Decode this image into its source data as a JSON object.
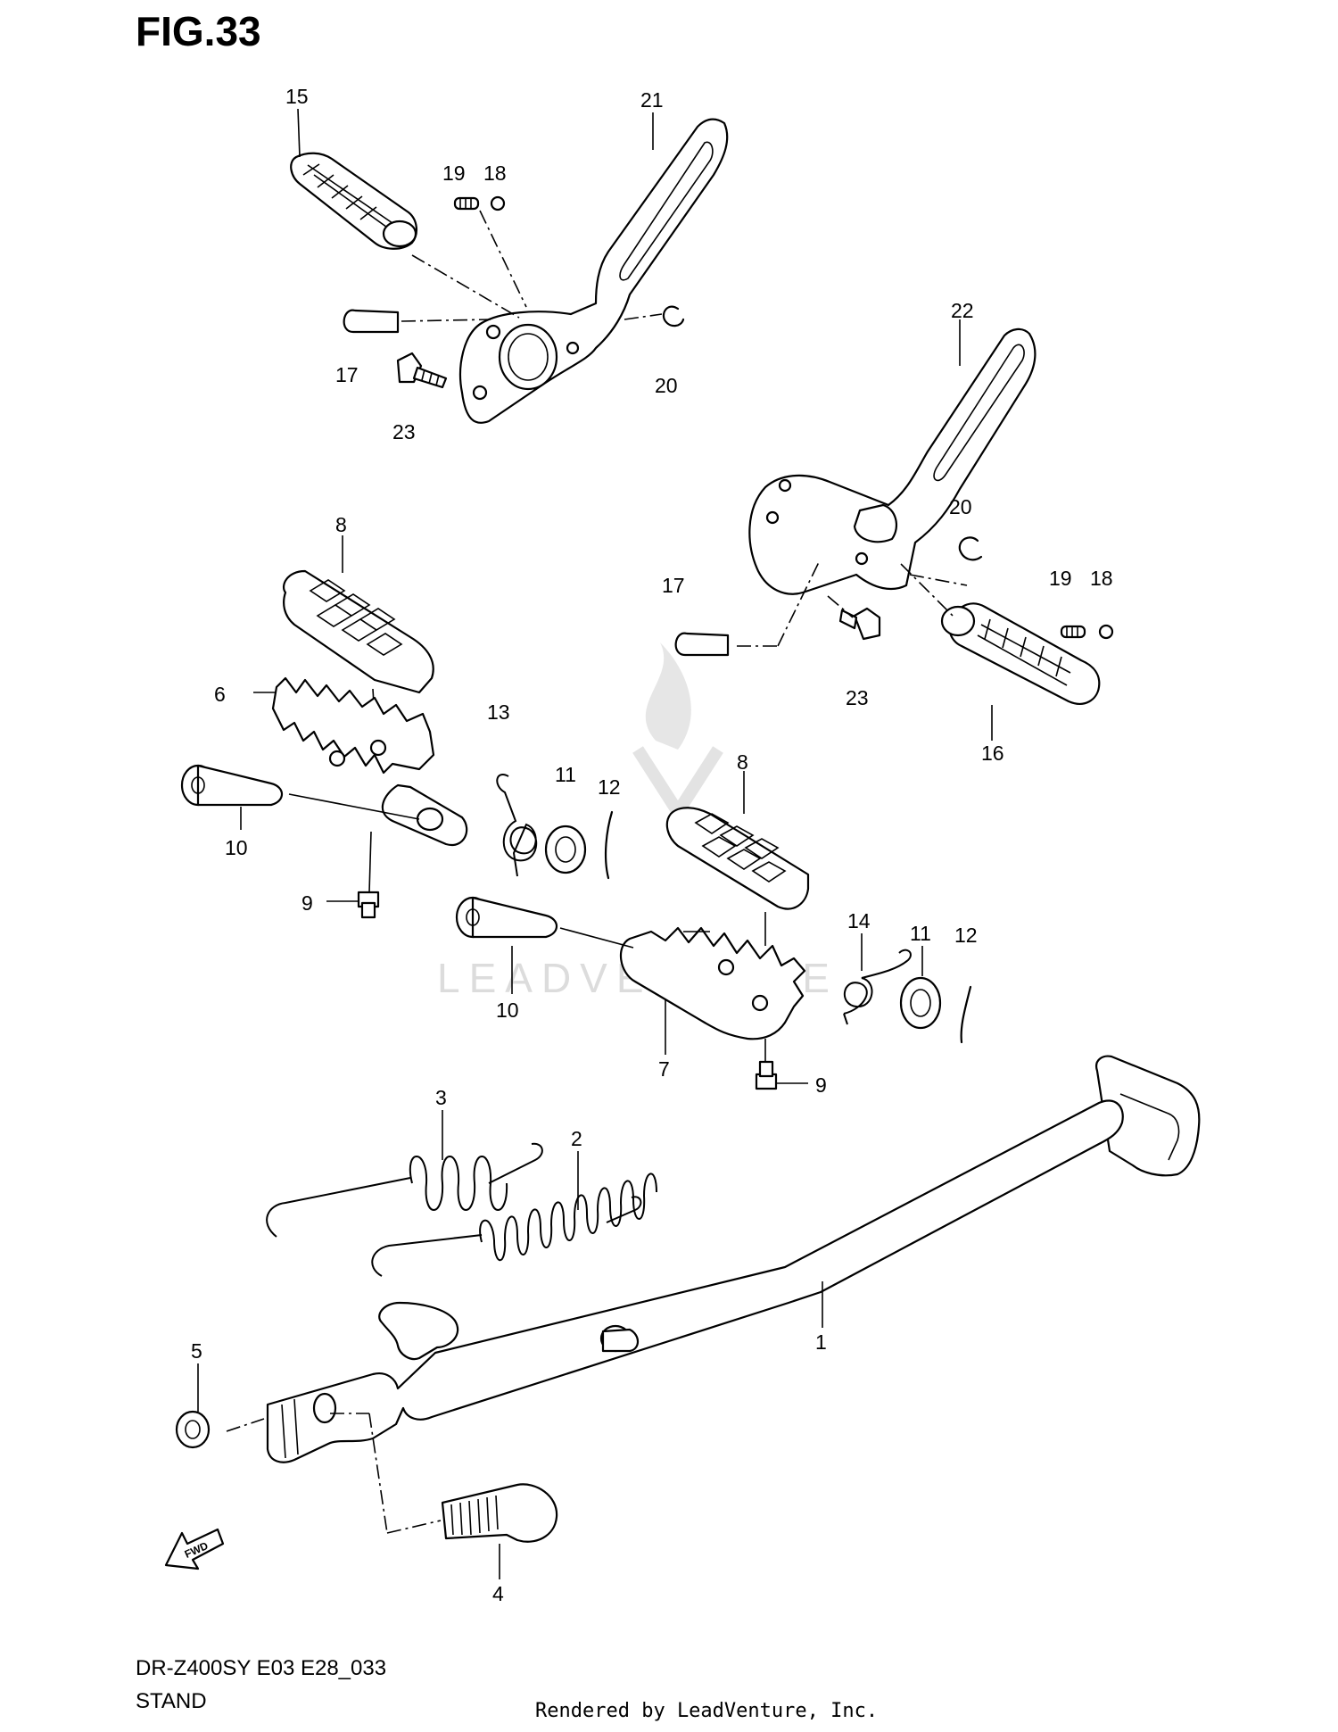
{
  "figure": {
    "title": "FIG.33",
    "model_line": "DR-Z400SY E03 E28_033",
    "section_name": "STAND",
    "credit": "Rendered by LeadVenture, Inc.",
    "watermark": "LEADVENTURE",
    "direction_label": "FWD"
  },
  "callouts": [
    "15",
    "21",
    "19",
    "18",
    "17",
    "20",
    "23",
    "22",
    "20",
    "8",
    "17",
    "19",
    "18",
    "23",
    "16",
    "6",
    "13",
    "11",
    "12",
    "8",
    "10",
    "9",
    "14",
    "11",
    "12",
    "10",
    "7",
    "9",
    "3",
    "2",
    "1",
    "5",
    "4"
  ]
}
